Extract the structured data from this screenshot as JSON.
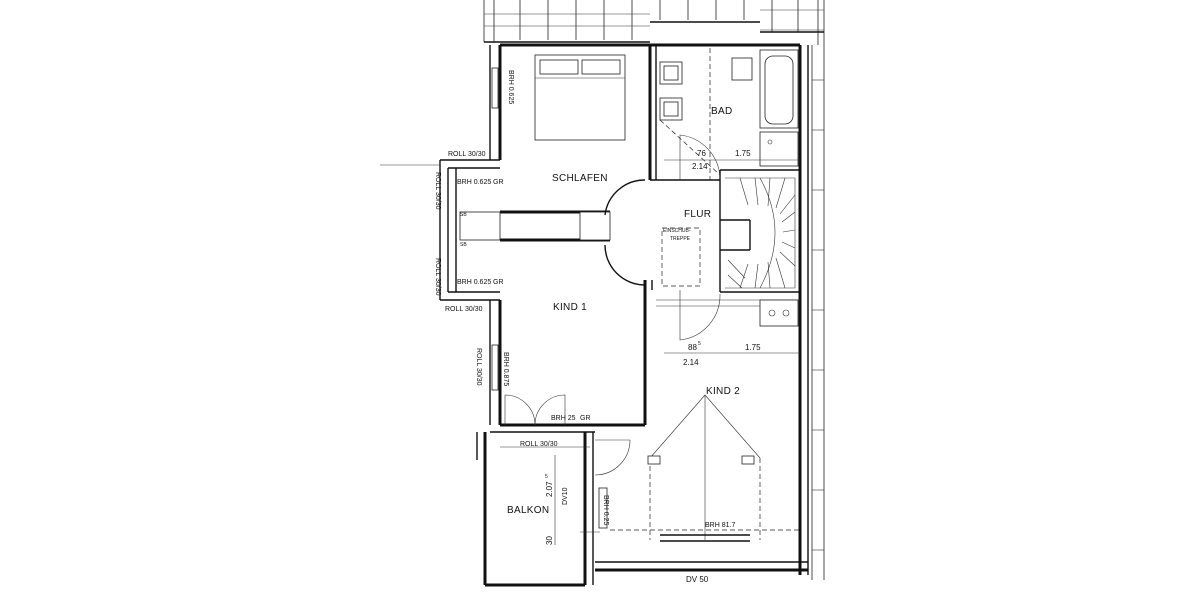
{
  "rooms": {
    "schlafen": "SCHLAFEN",
    "bad": "BAD",
    "flur": "FLUR",
    "kind1": "KIND 1",
    "kind2": "KIND 2",
    "balkon": "BALKON"
  },
  "labels": {
    "einschubtreppe_1": "EINSCHUB-",
    "einschubtreppe_2": "TREPPE",
    "brh_0625_top": "BRH 0.625",
    "brh_0625_gr_upper": "BRH 0.625",
    "brh_0625_gr_lower": "BRH 0.625",
    "gr_upper": "GR",
    "gr_lower": "GR",
    "roll_3030_top": "ROLL 30/30",
    "roll_3030_side_upper": "ROLL 30/30",
    "roll_3030_side_lower": "ROLL 30/30",
    "roll_3030_bottom": "ROLL 30/30",
    "brh_0875": "BRH 0.875",
    "roll_3030_kind1": "ROLL 30/30",
    "brh_25": "BRH 25",
    "gr_kind1": "GR",
    "roll_3030_balkon": "ROLL 30/30",
    "brh_025": "BRH 0.25",
    "brh_817": "BRH 81.7",
    "dv10": "DV10",
    "dv50": "DV 50",
    "sb_1": "SB",
    "sb_2": "SB"
  },
  "dimensions": {
    "d76": "76",
    "d214_top": "2.14",
    "d175_top": "1.75",
    "d88": "88",
    "d88_sup": "5",
    "d214_bottom": "2.14",
    "d175_bottom": "1.75",
    "d207": "2.07",
    "d207_sup": "5",
    "d30": "30"
  }
}
